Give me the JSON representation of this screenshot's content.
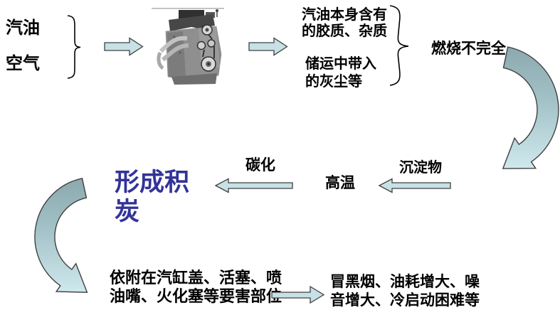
{
  "colors": {
    "background": "#ffffff",
    "text": "#000000",
    "highlight": "#333399",
    "arrow_fill": "#c7e1e6",
    "arrow_outline": "#404040",
    "curve_top": "#8ba9af",
    "curve_mid": "#a3c2c8",
    "curve_bottom": "#cfe9ed"
  },
  "flow": {
    "fuel": "汽油",
    "air": "空气",
    "impurities_line1": "汽油本身含有",
    "impurities_line2": "的胶质、杂质",
    "dust_line1": "储运中带入",
    "dust_line2": "的灰尘等",
    "incomplete_combustion": "燃烧不完全",
    "sediment": "沉淀物",
    "high_temperature": "高温",
    "carbonization": "碳化",
    "formation_line1": "形成积",
    "formation_line2": "炭",
    "attach_line1": "依附在汽缸盖、活塞、喷",
    "attach_line2": "油嘴、火化塞等要害部位",
    "effects_line1": "冒黑烟、油耗增大、噪",
    "effects_line2": "音增大、冷启动困难等"
  }
}
